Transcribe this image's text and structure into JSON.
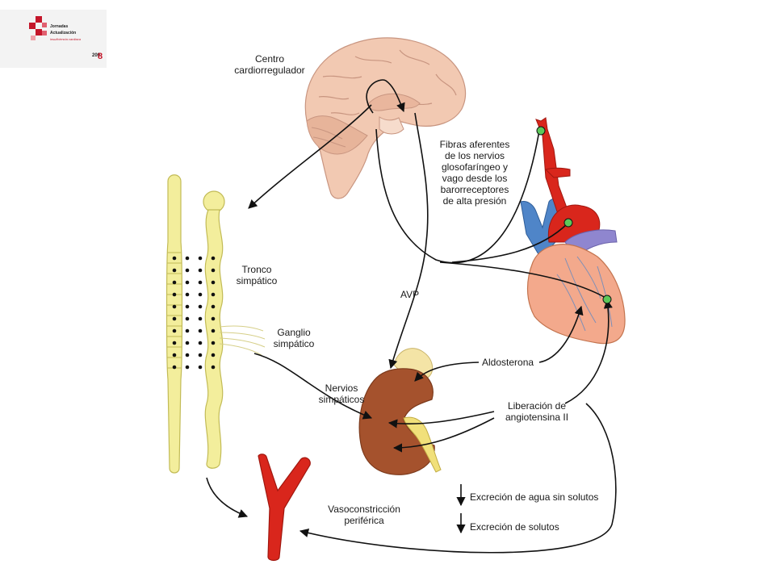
{
  "logo": {
    "line1": "Jornadas",
    "line2": "Actualización",
    "line3": "insuficiencia cardiaca",
    "year": "200",
    "year_digit": "8"
  },
  "labels": {
    "centro": [
      "Centro",
      "cardiorregulador"
    ],
    "fibras": [
      "Fibras aferentes",
      "de los nervios",
      "glosofaríngeo y",
      "vago desde los",
      "barorreceptores",
      "de alta presión"
    ],
    "tronco": [
      "Tronco",
      "simpático"
    ],
    "ganglio": [
      "Ganglio",
      "simpático"
    ],
    "avp": "AVP",
    "aldosterona": "Aldosterona",
    "nervios": [
      "Nervios",
      "simpáticos"
    ],
    "angiotensina": [
      "Liberación de",
      "angiotensina II"
    ],
    "vasoconstriccion": [
      "Vasoconstricción",
      "periférica"
    ],
    "excrecion_agua": "Excreción de agua sin solutos",
    "excrecion_solutos": "Excreción de solutos"
  },
  "colors": {
    "brain": "#f2c9b2",
    "brain_line": "#c89580",
    "spine": "#f3ee9c",
    "spine_line": "#c2bb56",
    "artery": "#d9261c",
    "vein": "#4f85c8",
    "heart": "#f3a98c",
    "kidney": "#a5522d",
    "adrenal": "#f4e4a6",
    "receptor": "#5cc85a"
  }
}
